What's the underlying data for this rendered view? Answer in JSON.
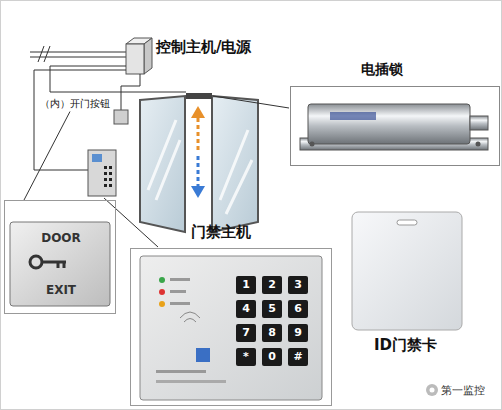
{
  "diagram": {
    "nodes": [
      {
        "text": [
          "控制主机/电源"
        ]
      },
      {
        "text": [
          "（内）开门按钮"
        ]
      },
      {
        "text": [
          "电插锁"
        ]
      },
      {
        "text": [
          "DOOR",
          "EXIT"
        ]
      },
      {
        "text": [
          "门禁主机"
        ]
      },
      {
        "text": [
          "ID门禁卡"
        ]
      }
    ],
    "edges": [
      {
        "from": 1,
        "to": 3,
        "arrow": "none"
      }
    ],
    "labels": [
      "1",
      "2",
      "3",
      "4",
      "5",
      "6",
      "7",
      "8",
      "9",
      "*",
      "0",
      "#",
      "第一监控"
    ]
  }
}
